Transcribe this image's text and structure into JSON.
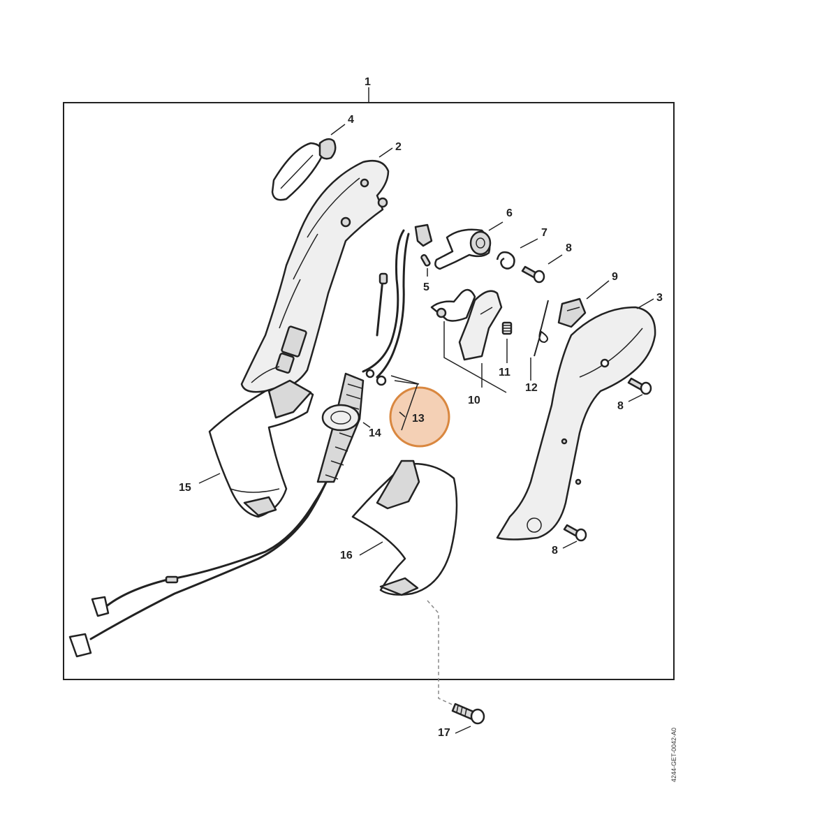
{
  "callouts": {
    "c1": "1",
    "c2": "2",
    "c3": "3",
    "c4": "4",
    "c5": "5",
    "c6": "6",
    "c7": "7",
    "c8a": "8",
    "c8b": "8",
    "c8c": "8",
    "c9": "9",
    "c10": "10",
    "c11": "11",
    "c12": "12",
    "c13": "13",
    "c14": "14",
    "c15": "15",
    "c16": "16",
    "c17": "17"
  },
  "doc_code": "4244-GET-0042-A0",
  "colors": {
    "line": "#222222",
    "highlight_fill": "#f2c8a8",
    "highlight_stroke": "#d9873f",
    "part_shade": "#d9d9d9"
  },
  "highlighted_part": "13"
}
